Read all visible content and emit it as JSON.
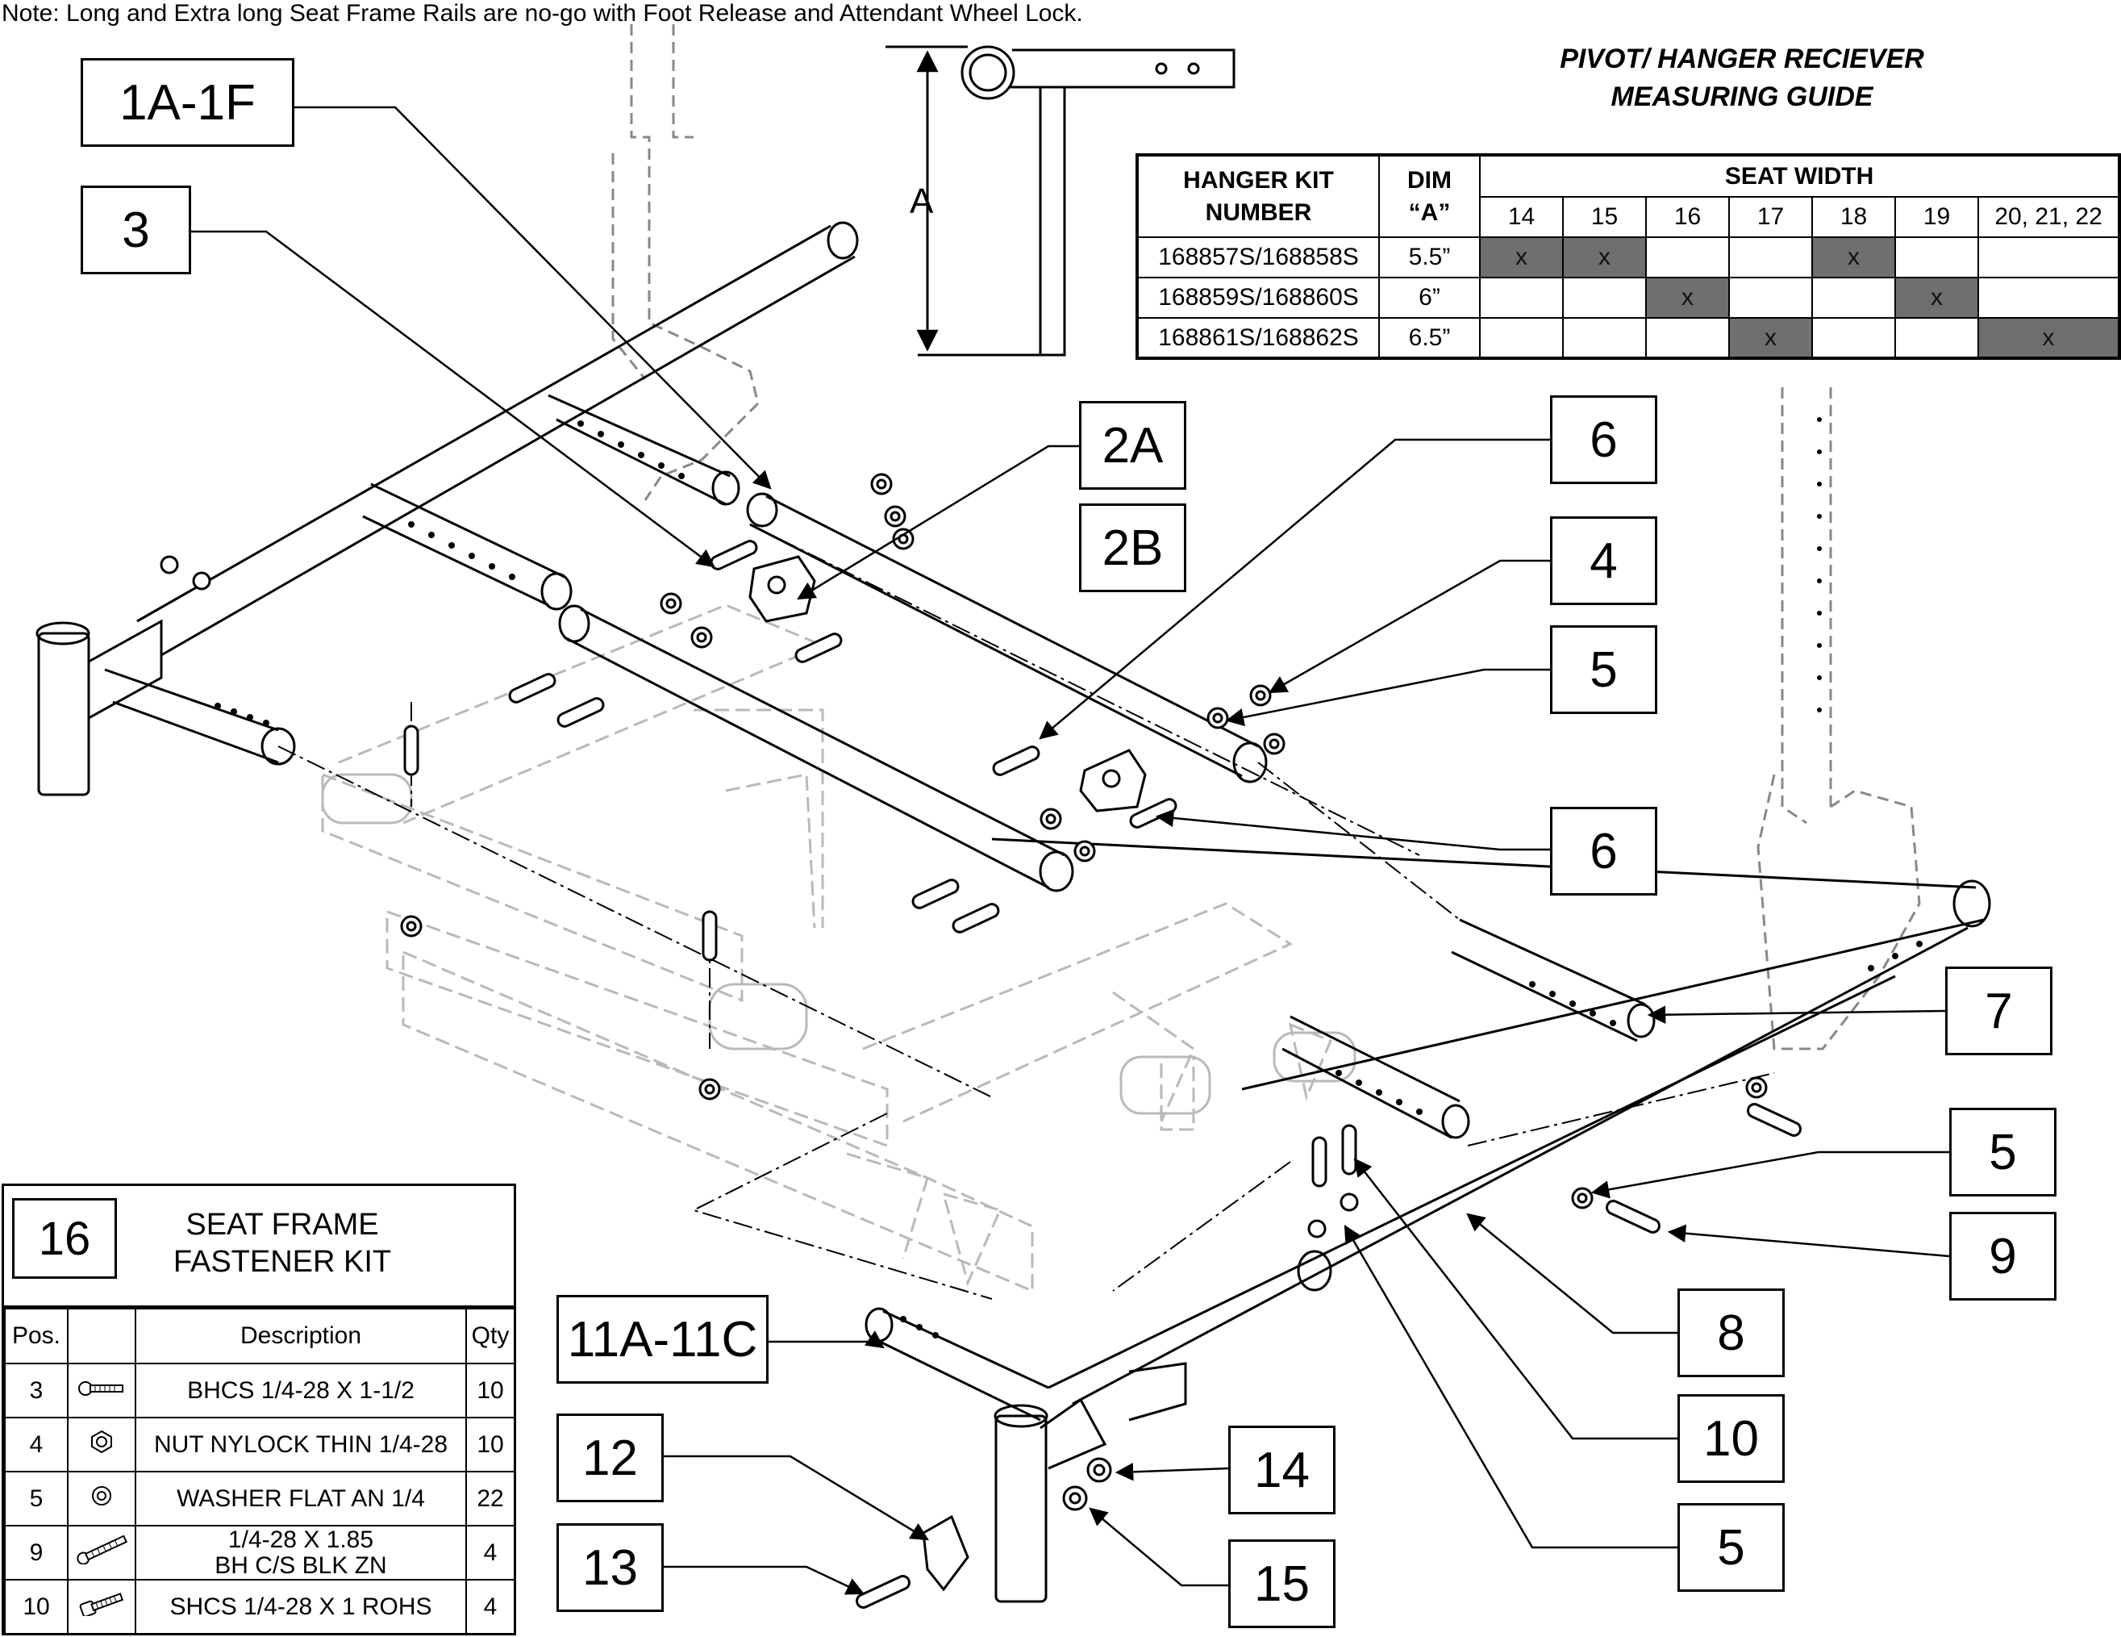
{
  "note": "Note: Long and Extra long Seat Frame Rails are no-go with Foot Release and Attendant Wheel Lock.",
  "dimension_label": "A",
  "measuring_guide": {
    "title_line1": "PIVOT/ HANGER RECIEVER",
    "title_line2": "MEASURING GUIDE",
    "headers": {
      "kit": "HANGER KIT NUMBER",
      "dim": "DIM “A”",
      "seat_width": "SEAT WIDTH",
      "widths": [
        "14",
        "15",
        "16",
        "17",
        "18",
        "19",
        "20, 21, 22"
      ]
    },
    "rows": [
      {
        "kit": "168857S/168858S",
        "dim": "5.5”",
        "marks": [
          "x",
          "x",
          "",
          "",
          "x",
          "",
          ""
        ]
      },
      {
        "kit": "168859S/168860S",
        "dim": "6”",
        "marks": [
          "",
          "",
          "x",
          "",
          "",
          "x",
          ""
        ]
      },
      {
        "kit": "168861S/168862S",
        "dim": "6.5”",
        "marks": [
          "",
          "",
          "",
          "x",
          "",
          "",
          "x"
        ]
      }
    ]
  },
  "fastener_kit": {
    "number": "16",
    "title_line1": "SEAT FRAME",
    "title_line2": "FASTENER KIT",
    "headers": {
      "pos": "Pos.",
      "icon": "",
      "description": "Description",
      "qty": "Qty"
    },
    "rows": [
      {
        "pos": "3",
        "icon": "button-head-screw-icon",
        "line1": "BHCS 1/4-28 X 1-1/2",
        "line2": "",
        "qty": "10"
      },
      {
        "pos": "4",
        "icon": "nylock-nut-icon",
        "line1": "NUT NYLOCK THIN 1/4-28",
        "line2": "",
        "qty": "10"
      },
      {
        "pos": "5",
        "icon": "flat-washer-icon",
        "line1": "WASHER FLAT AN 1/4",
        "line2": "",
        "qty": "22"
      },
      {
        "pos": "9",
        "icon": "long-bolt-icon",
        "line1": "1/4-28 X 1.85",
        "line2": "BH C/S BLK ZN",
        "qty": "4"
      },
      {
        "pos": "10",
        "icon": "socket-head-screw-icon",
        "line1": "SHCS 1/4-28 X 1 ROHS",
        "line2": "",
        "qty": "4"
      }
    ]
  },
  "callouts": [
    {
      "id": "c-1a-1f",
      "label": "1A-1F"
    },
    {
      "id": "c-3",
      "label": "3"
    },
    {
      "id": "c-2a",
      "label": "2A"
    },
    {
      "id": "c-2b",
      "label": "2B"
    },
    {
      "id": "c-6a",
      "label": "6"
    },
    {
      "id": "c-4",
      "label": "4"
    },
    {
      "id": "c-5a",
      "label": "5"
    },
    {
      "id": "c-6b",
      "label": "6"
    },
    {
      "id": "c-7",
      "label": "7"
    },
    {
      "id": "c-5b",
      "label": "5"
    },
    {
      "id": "c-9",
      "label": "9"
    },
    {
      "id": "c-8",
      "label": "8"
    },
    {
      "id": "c-10",
      "label": "10"
    },
    {
      "id": "c-5c",
      "label": "5"
    },
    {
      "id": "c-11",
      "label": "11A-11C"
    },
    {
      "id": "c-12",
      "label": "12"
    },
    {
      "id": "c-14",
      "label": "14"
    },
    {
      "id": "c-13",
      "label": "13"
    },
    {
      "id": "c-15",
      "label": "15"
    }
  ]
}
